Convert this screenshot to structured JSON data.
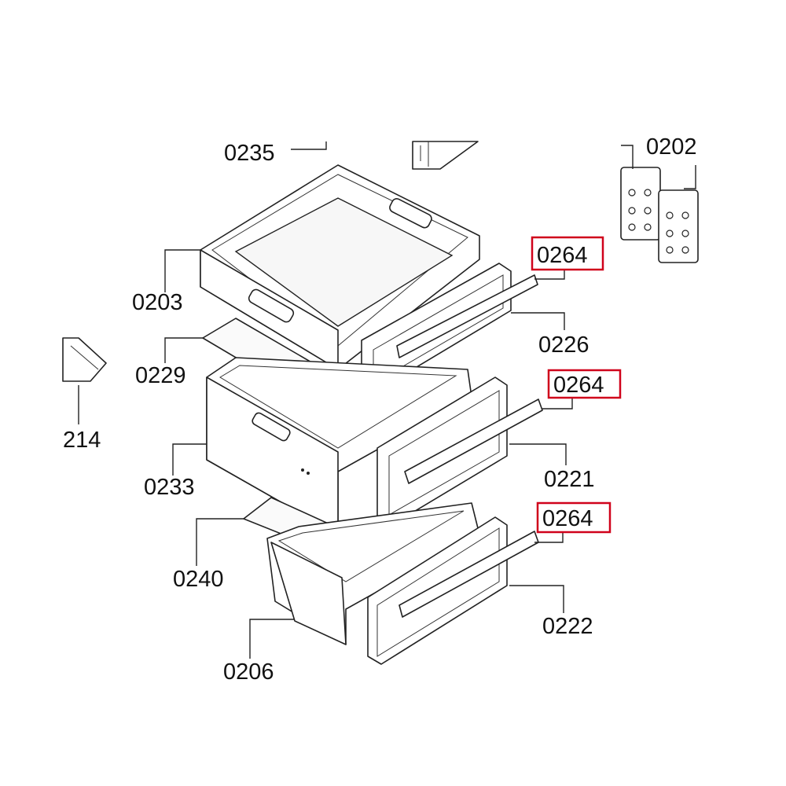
{
  "title": "Refrigerator drawer assembly exploded parts diagram",
  "highlight_color": "#d0021b",
  "labels": {
    "p0235": "0235",
    "p0202": "0202",
    "p0264_top": "0264",
    "p0203": "0203",
    "p0226": "0226",
    "p0229": "0229",
    "p0264_mid": "0264",
    "p0214": "214",
    "p0221": "0221",
    "p0233": "0233",
    "p0264_bot": "0264",
    "p0240": "0240",
    "p0222": "0222",
    "p0206": "0206"
  }
}
